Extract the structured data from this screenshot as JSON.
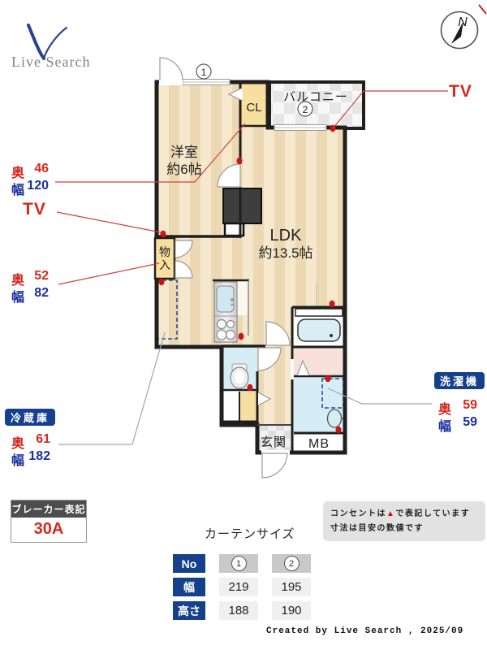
{
  "logo": {
    "text": "Live Search"
  },
  "compass": {
    "north": "N"
  },
  "floor_plan": {
    "rooms": {
      "western_room_name": "洋室",
      "western_room_size": "約6帖",
      "ldk_name": "LDK",
      "ldk_size": "約13.5帖",
      "closet": "CL",
      "balcony": "バルコニー",
      "storage_line1": "物",
      "storage_line2": "入",
      "entrance": "玄関",
      "meter_box": "MB"
    },
    "window_tags": {
      "w1": "1",
      "w2": "2"
    }
  },
  "labels": {
    "closet_dim": {
      "depth_key": "奥",
      "depth_val": "46",
      "width_key": "幅",
      "width_val": "120"
    },
    "tv_left": "TV",
    "storage_dim": {
      "depth_key": "奥",
      "depth_val": "52",
      "width_key": "幅",
      "width_val": "82"
    },
    "tv_right": "TV",
    "fridge": {
      "title": "冷蔵庫",
      "depth_key": "奥",
      "depth_val": "61",
      "width_key": "幅",
      "width_val": "182"
    },
    "washer": {
      "title": "洗濯機",
      "depth_key": "奥",
      "depth_val": "59",
      "width_key": "幅",
      "width_val": "59"
    }
  },
  "breaker": {
    "title": "ブレーカー表記",
    "value": "30A"
  },
  "curtain_table": {
    "title": "カーテンサイズ",
    "no_header": "No",
    "col1": "1",
    "col2": "2",
    "width_label": "幅",
    "width_1": "219",
    "width_2": "195",
    "height_label": "高さ",
    "height_1": "188",
    "height_2": "190"
  },
  "note": {
    "line1_pre": "コンセントは",
    "line1_marker": "▲",
    "line1_post": "で表記しています",
    "line2": "寸法は目安の数値です"
  },
  "credit": "Created by Live Search , 2025/09",
  "colors": {
    "measure_red": "#d7281d",
    "measure_blue": "#1a2f9e",
    "badge_navy": "#15418c",
    "outlet_red": "#cc1411",
    "floor_tan": "#f6e8cc"
  }
}
